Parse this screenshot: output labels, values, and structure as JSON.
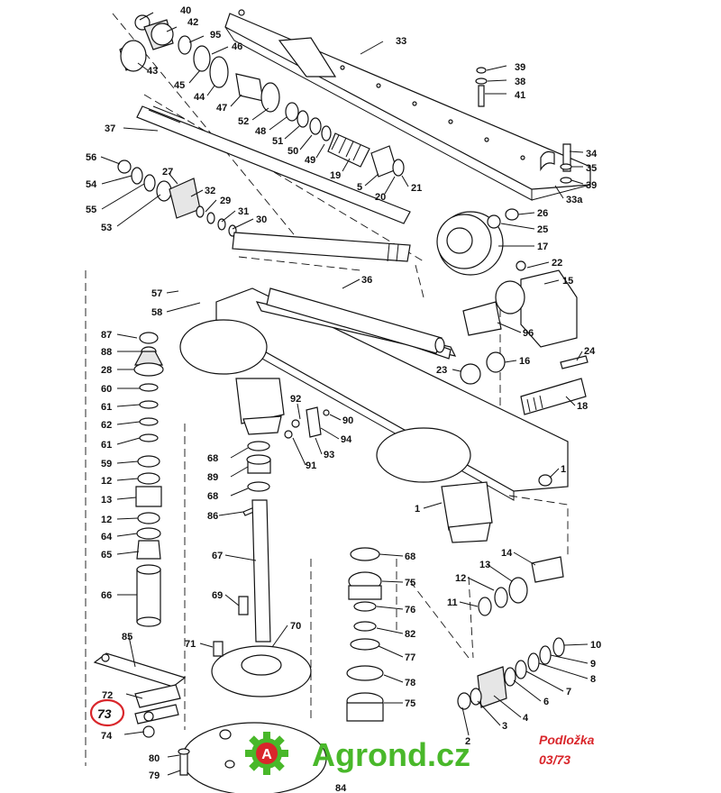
{
  "labels": {
    "l40": "40",
    "l42": "42",
    "l95": "95",
    "l46": "46",
    "l33": "33",
    "l43": "43",
    "l45": "45",
    "l44": "44",
    "l47": "47",
    "l52": "52",
    "l48": "48",
    "l51": "51",
    "l50": "50",
    "l49": "49",
    "l39a": "39",
    "l38": "38",
    "l41": "41",
    "l37": "37",
    "l19": "19",
    "l5a": "5",
    "l20": "20",
    "l21": "21",
    "l34": "34",
    "l35": "35",
    "l39b": "39",
    "l33a": "33a",
    "l56": "56",
    "l27": "27",
    "l54": "54",
    "l55": "55",
    "l53": "53",
    "l32": "32",
    "l29": "29",
    "l31": "31",
    "l30": "30",
    "l26": "26",
    "l25": "25",
    "l17": "17",
    "l22": "22",
    "l15": "15",
    "l36": "36",
    "l57": "57",
    "l58": "58",
    "l96": "96",
    "l87": "87",
    "l88": "88",
    "l28": "28",
    "l60": "60",
    "l61a": "61",
    "l62": "62",
    "l61b": "61",
    "l59": "59",
    "l12a": "12",
    "l13a": "13",
    "l12b": "12",
    "l64": "64",
    "l65": "65",
    "l66": "66",
    "l24": "24",
    "l23": "23",
    "l16": "16",
    "l18": "18",
    "l92": "92",
    "l90": "90",
    "l94": "94",
    "l93": "93",
    "l91": "91",
    "l68a": "68",
    "l89": "89",
    "l68b": "68",
    "l86": "86",
    "l1a": "1",
    "l1b": "1",
    "l67": "67",
    "l69": "69",
    "l68c": "68",
    "l75a": "75",
    "l76": "76",
    "l82": "82",
    "l77": "77",
    "l78": "78",
    "l75b": "75",
    "l14": "14",
    "l12c": "12",
    "l13b": "13",
    "l11": "11",
    "l10": "10",
    "l9": "9",
    "l8": "8",
    "l7": "7",
    "l6": "6",
    "l4": "4",
    "l3": "3",
    "l2": "2",
    "l85": "85",
    "l72": "72",
    "l74": "74",
    "l71": "71",
    "l70": "70",
    "l80": "80",
    "l79": "79",
    "l84": "84"
  },
  "highlight_label": "73",
  "brand": {
    "logo_letter": "A",
    "name": "Agrond.cz"
  },
  "note": {
    "line1": "Podložka",
    "line2": "03/73"
  },
  "colors": {
    "brand_green": "#49b82a",
    "logo_red": "#d9262b",
    "note_red": "#d9262b",
    "line": "#111111"
  }
}
